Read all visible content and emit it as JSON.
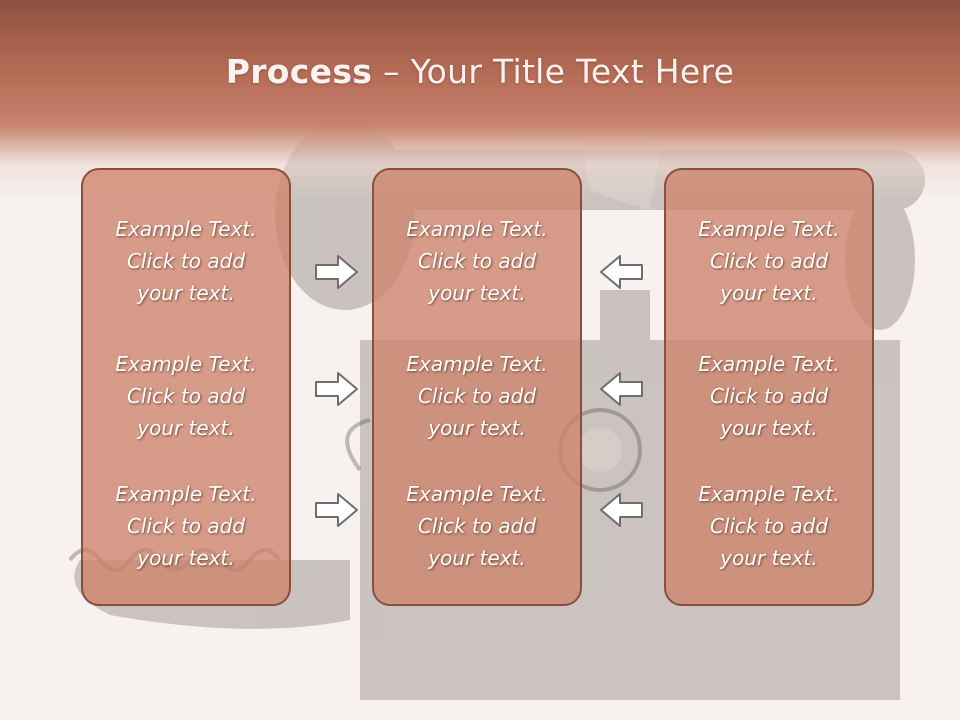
{
  "title": {
    "bold": "Process",
    "rest": " – Your Title Text Here"
  },
  "panels": [
    {
      "items": [
        {
          "line1": "Example Text.",
          "line2": "Click  to add",
          "line3": "your text."
        },
        {
          "line1": "Example Text.",
          "line2": "Click  to add",
          "line3": "your text."
        },
        {
          "line1": "Example Text.",
          "line2": "Click  to add",
          "line3": "your text."
        }
      ]
    },
    {
      "items": [
        {
          "line1": "Example Text.",
          "line2": "Click  to add",
          "line3": "your text."
        },
        {
          "line1": "Example Text.",
          "line2": "Click  to add",
          "line3": "your text."
        },
        {
          "line1": "Example Text.",
          "line2": "Click  to add",
          "line3": "your text."
        }
      ]
    },
    {
      "items": [
        {
          "line1": "Example Text.",
          "line2": "Click  to add",
          "line3": "your text."
        },
        {
          "line1": "Example Text.",
          "line2": "Click  to add",
          "line3": "your text."
        },
        {
          "line1": "Example Text.",
          "line2": "Click  to add",
          "line3": "your text."
        }
      ]
    }
  ],
  "arrows": {
    "left_column": "arrow-right-icon",
    "right_column": "arrow-left-icon"
  },
  "colors": {
    "header": "#b36a55",
    "panel": "#cd846c",
    "panel_border": "#8d4f3d",
    "text": "#ffffff"
  }
}
